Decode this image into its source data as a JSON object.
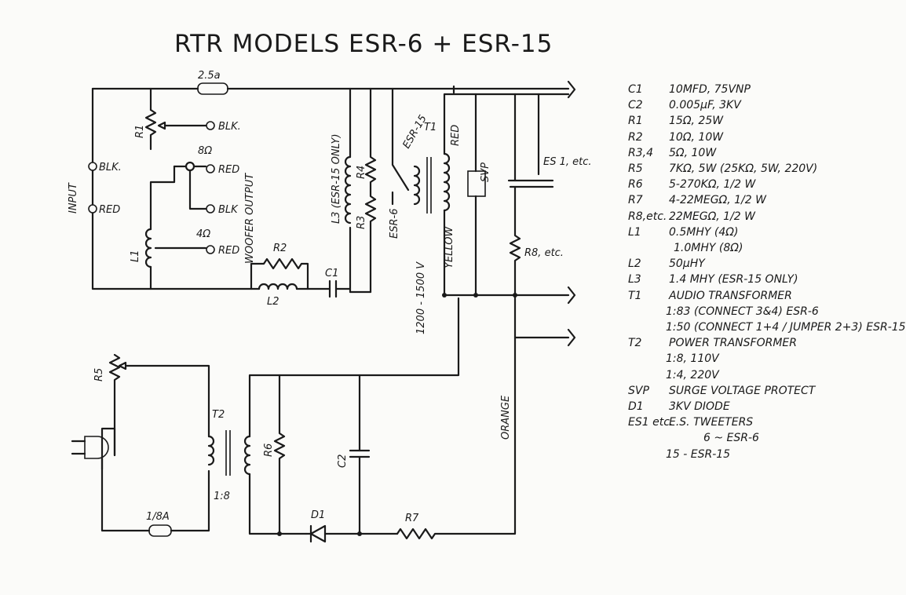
{
  "title": "RTR MODELS ESR-6 + ESR-15",
  "labels": {
    "input": "INPUT",
    "blk": "BLK.",
    "red": "RED",
    "out_blk1": "BLK.",
    "out_red1": "RED",
    "out_blk2": "BLK",
    "out_red2": "RED",
    "ohm8": "8Ω",
    "ohm4": "4Ω",
    "woofer_output": "WOOFER OUTPUT",
    "fuse_top": "2.5a",
    "r1": "R1",
    "r2": "R2",
    "r3": "R3",
    "r4": "R4",
    "r5": "R5",
    "r6": "R6",
    "r7": "R7",
    "r8": "R8, etc.",
    "l1": "L1",
    "l2": "L2",
    "l3": "L3 (ESR-15 ONLY)",
    "c1": "C1",
    "c2": "C2",
    "t1": "T1",
    "t2": "T2",
    "t2_ratio": "1:8",
    "d1": "D1",
    "fuse_bottom": "1/8A",
    "svp": "SVP",
    "es1": "ES 1, etc.",
    "esr15": "ESR-15",
    "esr6": "ESR-6",
    "red_wire": "RED",
    "yellow_wire": "YELLOW",
    "orange_wire": "ORANGE",
    "voltage": "1200 - 1500 V"
  },
  "parts": [
    {
      "ref": "C1",
      "lines": [
        "10MFD, 75VNP"
      ]
    },
    {
      "ref": "C2",
      "lines": [
        "0.005μF, 3KV"
      ]
    },
    {
      "ref": "R1",
      "lines": [
        "15Ω, 25W"
      ]
    },
    {
      "ref": "R2",
      "lines": [
        "10Ω, 10W"
      ]
    },
    {
      "ref": "R3,4",
      "lines": [
        "5Ω, 10W"
      ]
    },
    {
      "ref": "R5",
      "lines": [
        "7KΩ, 5W (25KΩ, 5W, 220V)"
      ]
    },
    {
      "ref": "R6",
      "lines": [
        "5-270KΩ, 1/2 W"
      ]
    },
    {
      "ref": "R7",
      "lines": [
        "4-22MEGΩ, 1/2 W"
      ]
    },
    {
      "ref": "R8,etc.",
      "lines": [
        "22MEGΩ, 1/2 W"
      ]
    },
    {
      "ref": "L1",
      "lines": [
        "0.5MHY (4Ω)",
        "1.0MHY (8Ω)"
      ]
    },
    {
      "ref": "L2",
      "lines": [
        "50μHY"
      ]
    },
    {
      "ref": "L3",
      "lines": [
        "1.4 MHY (ESR-15 ONLY)"
      ]
    },
    {
      "ref": "T1",
      "lines": [
        "AUDIO TRANSFORMER",
        "1:83 (CONNECT 3&4) ESR-6",
        "1:50 (CONNECT 1+4 / JUMPER 2+3) ESR-15"
      ]
    },
    {
      "ref": "T2",
      "lines": [
        "POWER TRANSFORMER",
        "1:8, 110V",
        "1:4, 220V"
      ]
    },
    {
      "ref": "SVP",
      "lines": [
        "SURGE VOLTAGE PROTECT"
      ]
    },
    {
      "ref": "D1",
      "lines": [
        "3KV DIODE"
      ]
    },
    {
      "ref": "ES1 etc.",
      "lines": [
        "E.S. TWEETERS",
        "6 ~ ESR-6",
        "15 - ESR-15"
      ]
    }
  ]
}
